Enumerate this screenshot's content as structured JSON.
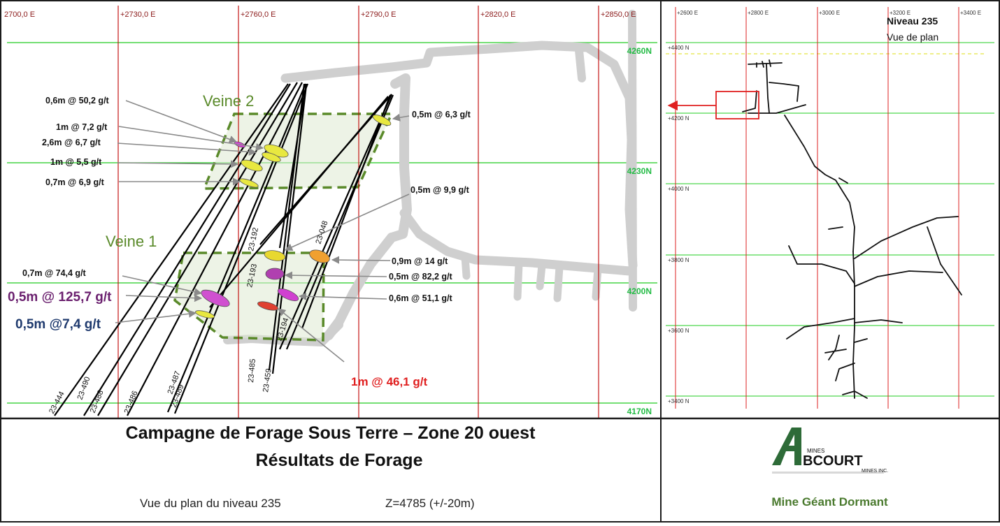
{
  "main_map": {
    "easting_labels": [
      "2700,0 E",
      "+2730,0 E",
      "+2760,0 E",
      "+2790,0 E",
      "+2820,0 E",
      "+2850,0 E"
    ],
    "northing_labels": [
      "4260N",
      "4230N",
      "4200N",
      "4170N"
    ],
    "vein_labels": [
      "Veine 2",
      "Veine 1"
    ],
    "hole_labels": [
      "23-444",
      "23-490",
      "23-488",
      "23-486",
      "23-487",
      "23-489",
      "23-192",
      "23-193",
      "23-048",
      "23-194",
      "23-485",
      "23-459"
    ],
    "assays": [
      {
        "text": "0,6m @ 50,2 g/t"
      },
      {
        "text": "1m @ 7,2 g/t"
      },
      {
        "text": "2,6m @ 6,7 g/t"
      },
      {
        "text": "1m @ 5,5 g/t"
      },
      {
        "text": "0,7m @ 6,9 g/t"
      },
      {
        "text": "0,5m @ 6,3 g/t"
      },
      {
        "text": "0,5m @ 9,9 g/t"
      },
      {
        "text": "0,7m @ 74,4 g/t"
      },
      {
        "text": "0,5m @ 125,7 g/t"
      },
      {
        "text": "0,5m @7,4  g/t"
      },
      {
        "text": "0,9m @ 14 g/t"
      },
      {
        "text": "0,5m @ 82,2 g/t"
      },
      {
        "text": "0,6m @ 51,1 g/t"
      },
      {
        "text": "1m @ 46,1 g/t"
      }
    ],
    "colors": {
      "grid_easting": "#c00000",
      "grid_northing": "#22cc22",
      "vein": "#5a8a2a",
      "drift": "#d0d0d0",
      "highlight_purple": "#6a1f6e",
      "highlight_blue": "#1f3a6e",
      "highlight_red": "#e02020"
    }
  },
  "inset_map": {
    "level_title": "Niveau 235",
    "view_type": "Vue de plan",
    "easting_labels": [
      "+2600 E",
      "+2800 E",
      "+3000 E",
      "+3200 E",
      "+3400 E"
    ],
    "northing_labels": [
      "+4400 N",
      "+4200 N",
      "+4000 N",
      "+3800 N",
      "+3600 N",
      "+3400 N"
    ]
  },
  "caption": {
    "title_line1": "Campagne de Forage Sous Terre – Zone 20 ouest",
    "title_line2": "Résultats de Forage",
    "plan_view": "Vue du plan du niveau 235",
    "elevation": "Z=4785 (+/-20m)"
  },
  "logo": {
    "mines_small": "MINES",
    "brand": "BCOURT",
    "mines_inc": "MINES INC."
  },
  "mine_name": "Mine Géant Dormant"
}
